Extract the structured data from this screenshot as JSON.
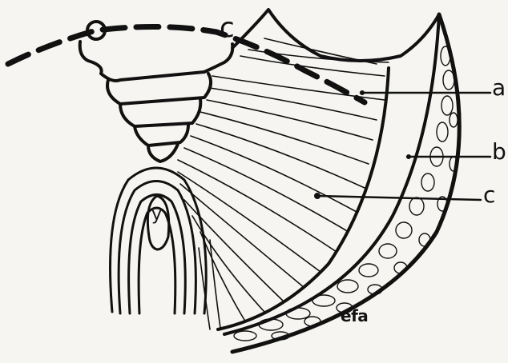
{
  "labels": {
    "a": "a",
    "b": "b",
    "c": "c",
    "c_small": "c",
    "y": "y"
  },
  "signature": "efa",
  "colors": {
    "ink": "#111111",
    "paper": "#f6f5f1"
  }
}
